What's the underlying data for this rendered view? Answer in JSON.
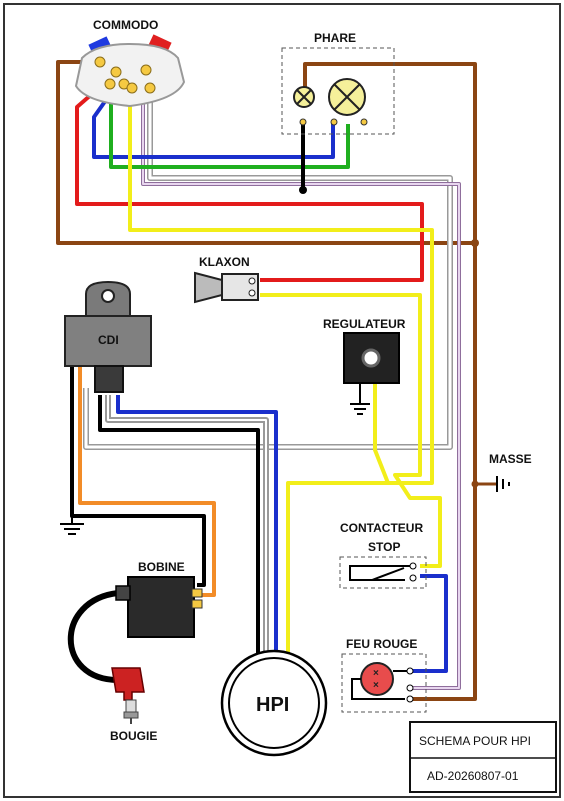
{
  "labels": {
    "commodo": "COMMODO",
    "phare": "PHARE",
    "klaxon": "KLAXON",
    "cdi": "CDI",
    "regulateur": "REGULATEUR",
    "masse": "MASSE",
    "contacteur_line1": "CONTACTEUR",
    "contacteur_line2": "STOP",
    "bobine": "BOBINE",
    "feu_rouge": "FEU ROUGE",
    "bougie": "BOUGIE",
    "hpi": "HPI"
  },
  "title_block": {
    "title": "SCHEMA POUR HPI",
    "reference": "AD-20260807-01"
  },
  "colors": {
    "brown": "#8B4513",
    "red": "#E31B1B",
    "blue": "#1A2FCC",
    "green": "#1FAF1F",
    "yellow": "#F2EE1A",
    "black": "#000000",
    "white_wire": "#FFFFFF",
    "grey_wire": "#999999",
    "violet": "#C9A3D6",
    "orange": "#F28C28",
    "cdi_grey": "#808080",
    "bobine_dark": "#2A2A2A",
    "bougie_red": "#CC2222",
    "feu_red": "#E84C4C",
    "phare_yellow": "#F5F09A"
  }
}
